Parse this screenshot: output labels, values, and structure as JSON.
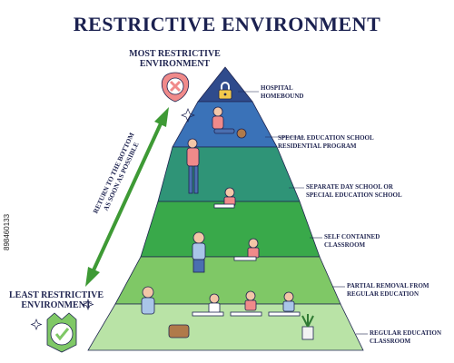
{
  "title": "RESTRICTIVE ENVIRONMENT",
  "top_label": [
    "MOST RESTRICTIVE",
    "ENVIRONMENT"
  ],
  "bottom_label": [
    "LEAST RESTRICTIVE",
    "ENVIRONMENT"
  ],
  "arrow_text": [
    "RETURN TO THE BOTTOM",
    "AS SOON AS POSSIBLE"
  ],
  "stock_id": "898460133",
  "levels": [
    {
      "lines": [
        "HOSPITAL",
        "HOMEBOUND"
      ],
      "color": "#2f4b8c"
    },
    {
      "lines": [
        "SPECIAL EDUCATION SCHOOL",
        "RESIDENTIAL PROGRAM"
      ],
      "color": "#3a72b8"
    },
    {
      "lines": [
        "SEPARATE DAY SCHOOL OR",
        "SPECIAL EDUCATION SCHOOL"
      ],
      "color": "#2f9477"
    },
    {
      "lines": [
        "SELF CONTAINED",
        "CLASSROOM"
      ],
      "color": "#39a94a"
    },
    {
      "lines": [
        "PARTIAL REMOVAL FROM",
        "REGULAR EDUCATION"
      ],
      "color": "#7fc866"
    },
    {
      "lines": [
        "REGULAR EDUCATION",
        "CLASSROOM"
      ],
      "color": "#b9e3a6"
    }
  ],
  "colors": {
    "title": "#1b2150",
    "arrow": "#3e9a35",
    "marker": "#f08a8a",
    "check": "#7fc866"
  }
}
